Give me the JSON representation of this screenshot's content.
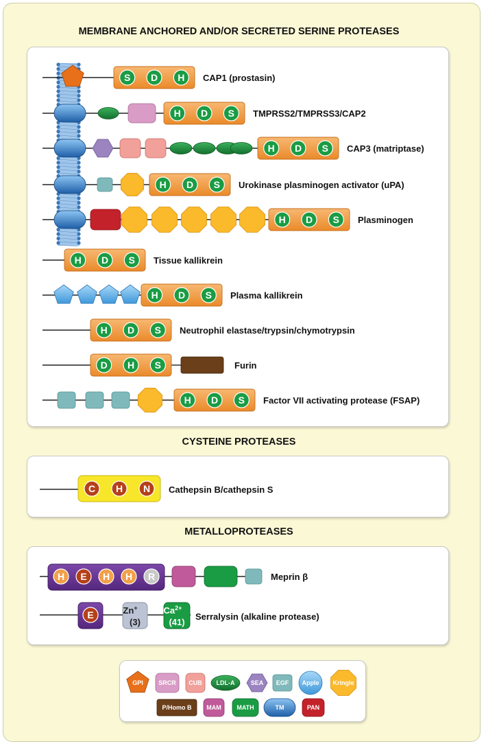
{
  "sections": {
    "serine_title": "MEMBRANE ANCHORED AND/OR SECRETED SERINE PROTEASES",
    "cysteine_title": "CYSTEINE PROTEASES",
    "metallo_title": "METALLOPROTEASES"
  },
  "proteins": {
    "cap1": {
      "label": "CAP1 (prostasin)",
      "residues": [
        "S",
        "D",
        "H"
      ]
    },
    "tmprss2": {
      "label": "TMPRSS2/TMPRSS3/CAP2",
      "residues": [
        "H",
        "D",
        "S"
      ]
    },
    "cap3": {
      "label": "CAP3 (matriptase)",
      "residues": [
        "H",
        "D",
        "S"
      ]
    },
    "upa": {
      "label": "Urokinase plasminogen activator (uPA)",
      "residues": [
        "H",
        "D",
        "S"
      ]
    },
    "plasminogen": {
      "label": "Plasminogen",
      "residues": [
        "H",
        "D",
        "S"
      ]
    },
    "tissue_kallikrein": {
      "label": "Tissue kallikrein",
      "residues": [
        "H",
        "D",
        "S"
      ]
    },
    "plasma_kallikrein": {
      "label": "Plasma kallikrein",
      "residues": [
        "H",
        "D",
        "S"
      ]
    },
    "neutrophil": {
      "label": "Neutrophil elastase/trypsin/chymotrypsin",
      "residues": [
        "H",
        "D",
        "S"
      ]
    },
    "furin": {
      "label": "Furin",
      "residues": [
        "D",
        "H",
        "S"
      ]
    },
    "fsap": {
      "label": "Factor VII activating protease (FSAP)",
      "residues": [
        "H",
        "D",
        "S"
      ]
    },
    "cathepsin": {
      "label": "Cathepsin B/cathepsin S",
      "residues": [
        "C",
        "H",
        "N"
      ]
    },
    "meprin": {
      "label": "Meprin β",
      "residues": [
        "H",
        "E",
        "H",
        "H",
        "R"
      ]
    },
    "serralysin": {
      "label": "Serralysin (alkaline protease)",
      "residues": [
        "E"
      ],
      "zn_ion": "Zn",
      "zn_charge": "+",
      "zn_count": "(3)",
      "ca_ion": "Ca",
      "ca_charge": "2+",
      "ca_count": "(41)"
    }
  },
  "legend": {
    "gpi": "GPI",
    "srcr": "SRCR",
    "cub": "CUB",
    "ldla": "LDL-A",
    "sea": "SEA",
    "egf": "EGF",
    "apple": "Apple",
    "kringle": "Kringle",
    "phomob": "P/Homo B",
    "mam": "MAM",
    "math": "MATH",
    "tm": "TM",
    "pan": "PAN"
  },
  "colors": {
    "background": "#fbf8d6",
    "protease_domain": "#f2a04a",
    "catalytic_residue": "#1a9c44",
    "cysteine_domain": "#f7e62a",
    "cysteine_residue": "#b5401a",
    "metallo_domain": "#6a3596",
    "metallo_residue": "#f2a04a",
    "gpi": "#e8701a",
    "srcr": "#d99cc6",
    "cub": "#f2a09a",
    "ldla": "#1e8a3c",
    "sea": "#9b84c0",
    "egf": "#7fb9bb",
    "apple": "#5aaee6",
    "kringle": "#fbb92c",
    "phomob": "#6b3f1a",
    "mam": "#c05a9a",
    "math": "#1a9c44",
    "tm": "#2e74c4",
    "pan": "#c4222a"
  }
}
